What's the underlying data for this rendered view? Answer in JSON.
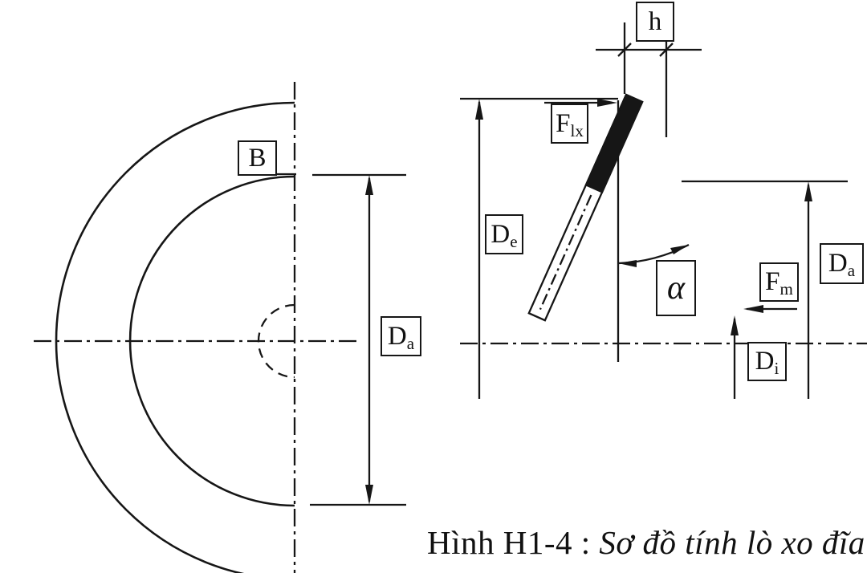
{
  "figure": {
    "caption_prefix": "Hình H1-4 : ",
    "caption_italic": "Sơ đồ tính lò xo đĩa"
  },
  "labels": {
    "b": {
      "main": "B",
      "sub": ""
    },
    "da_left": {
      "main": "D",
      "sub": "a"
    },
    "h": {
      "main": "h",
      "sub": ""
    },
    "flx": {
      "main": "F",
      "sub": "lx"
    },
    "de": {
      "main": "D",
      "sub": "e"
    },
    "alpha": {
      "main": "α",
      "sub": ""
    },
    "fm": {
      "main": "F",
      "sub": "m"
    },
    "da_right": {
      "main": "D",
      "sub": "a"
    },
    "di": {
      "main": "D",
      "sub": "i"
    }
  },
  "colors": {
    "line": "#161616",
    "background": "#ffffff"
  }
}
